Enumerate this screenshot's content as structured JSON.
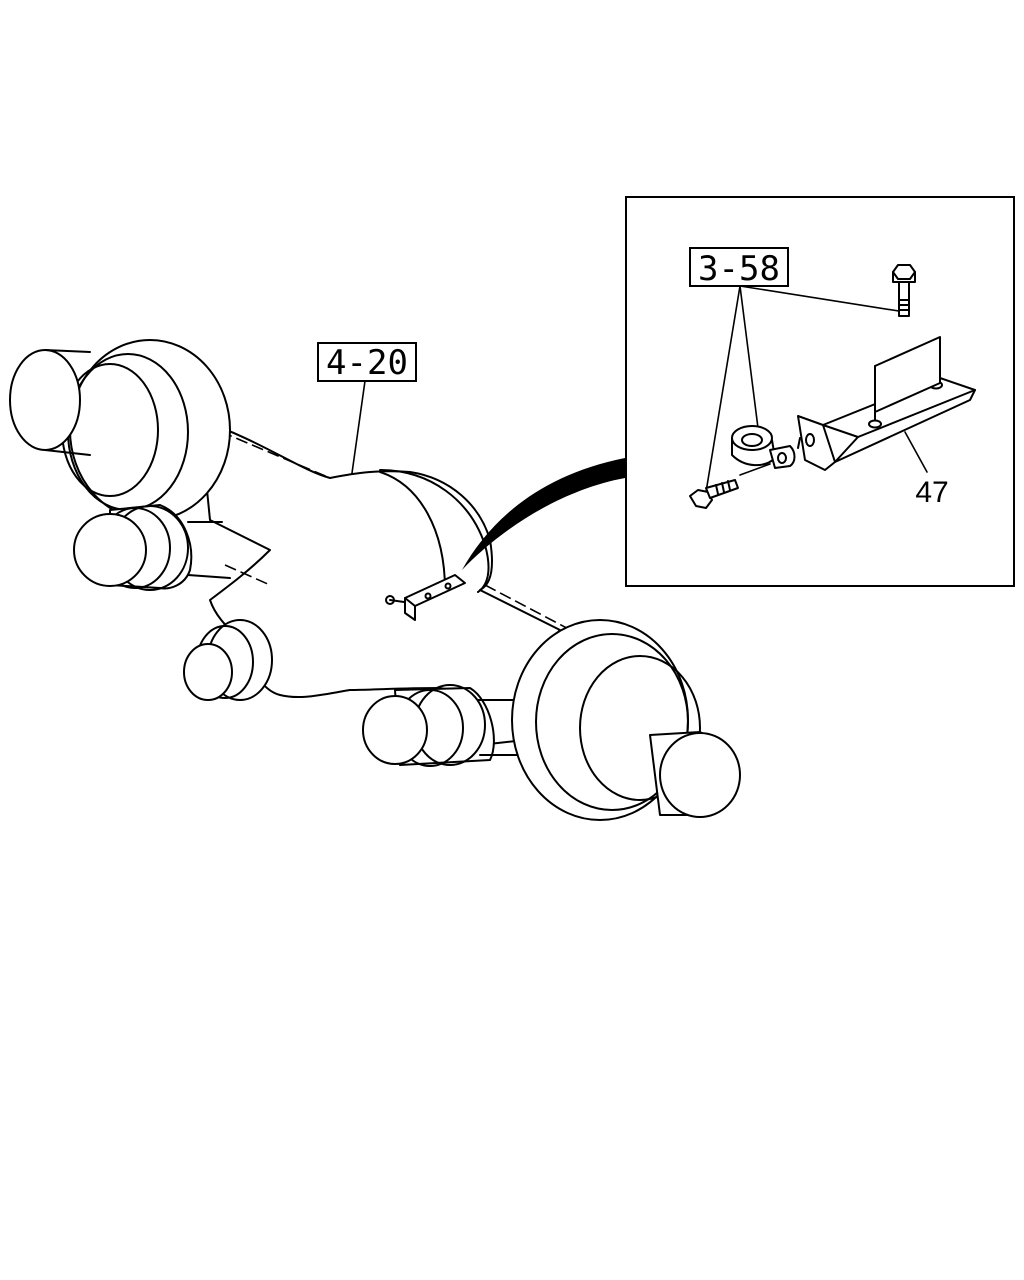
{
  "callouts": {
    "axle_assembly": "4-20",
    "bolts": "3-58",
    "bracket": "47"
  }
}
